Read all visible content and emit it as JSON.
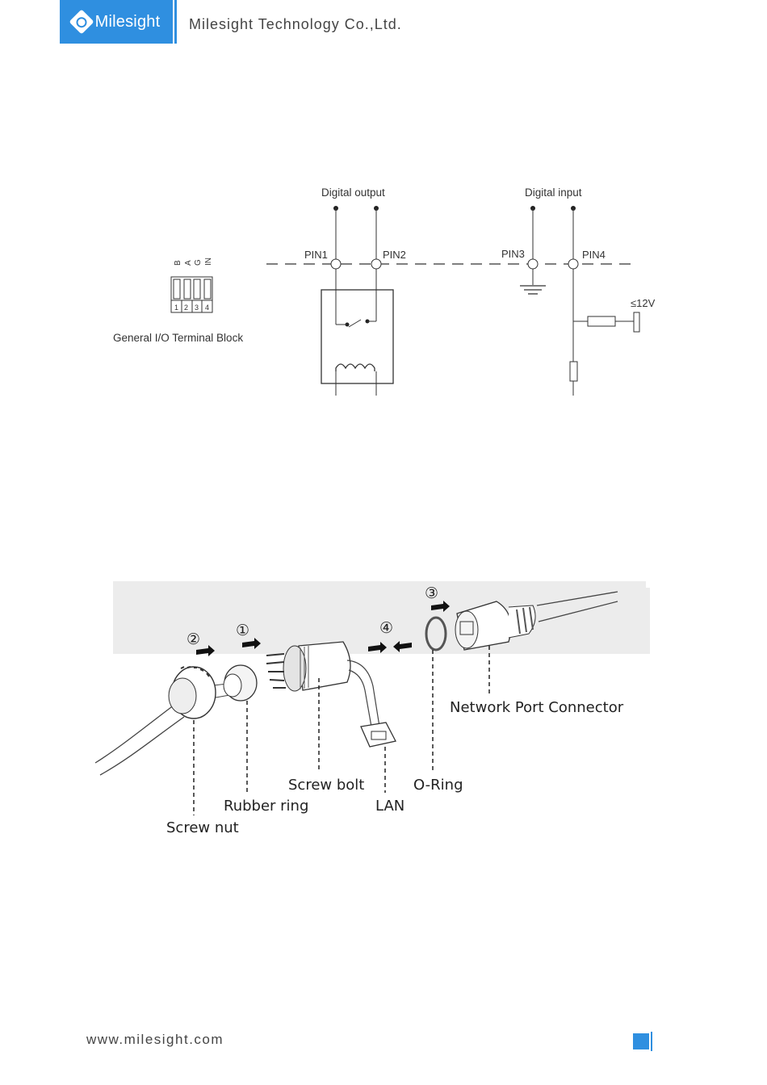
{
  "header": {
    "logo_text": "Milesight",
    "company": "Milesight Technology Co.,Ltd."
  },
  "wiring": {
    "terminal_pins": [
      "IN",
      "G",
      "A",
      "B"
    ],
    "terminal_numbers": [
      "1",
      "2",
      "3",
      "4"
    ],
    "terminal_caption": "General I/O Terminal Block",
    "digital_output": "Digital output",
    "digital_input": "Digital input",
    "pin1": "PIN1",
    "pin2": "PIN2",
    "pin3": "PIN3",
    "pin4": "PIN4",
    "voltage": "≤12V"
  },
  "connector": {
    "step_1": "①",
    "step_2": "②",
    "step_3": "③",
    "step_4": "④",
    "network_port": "Network Port Connector",
    "screw_bolt": "Screw bolt",
    "o_ring": "O-Ring",
    "rubber_ring": "Rubber ring",
    "lan": "LAN",
    "screw_nut": "Screw nut"
  },
  "footer": {
    "url": "www.milesight.com"
  }
}
